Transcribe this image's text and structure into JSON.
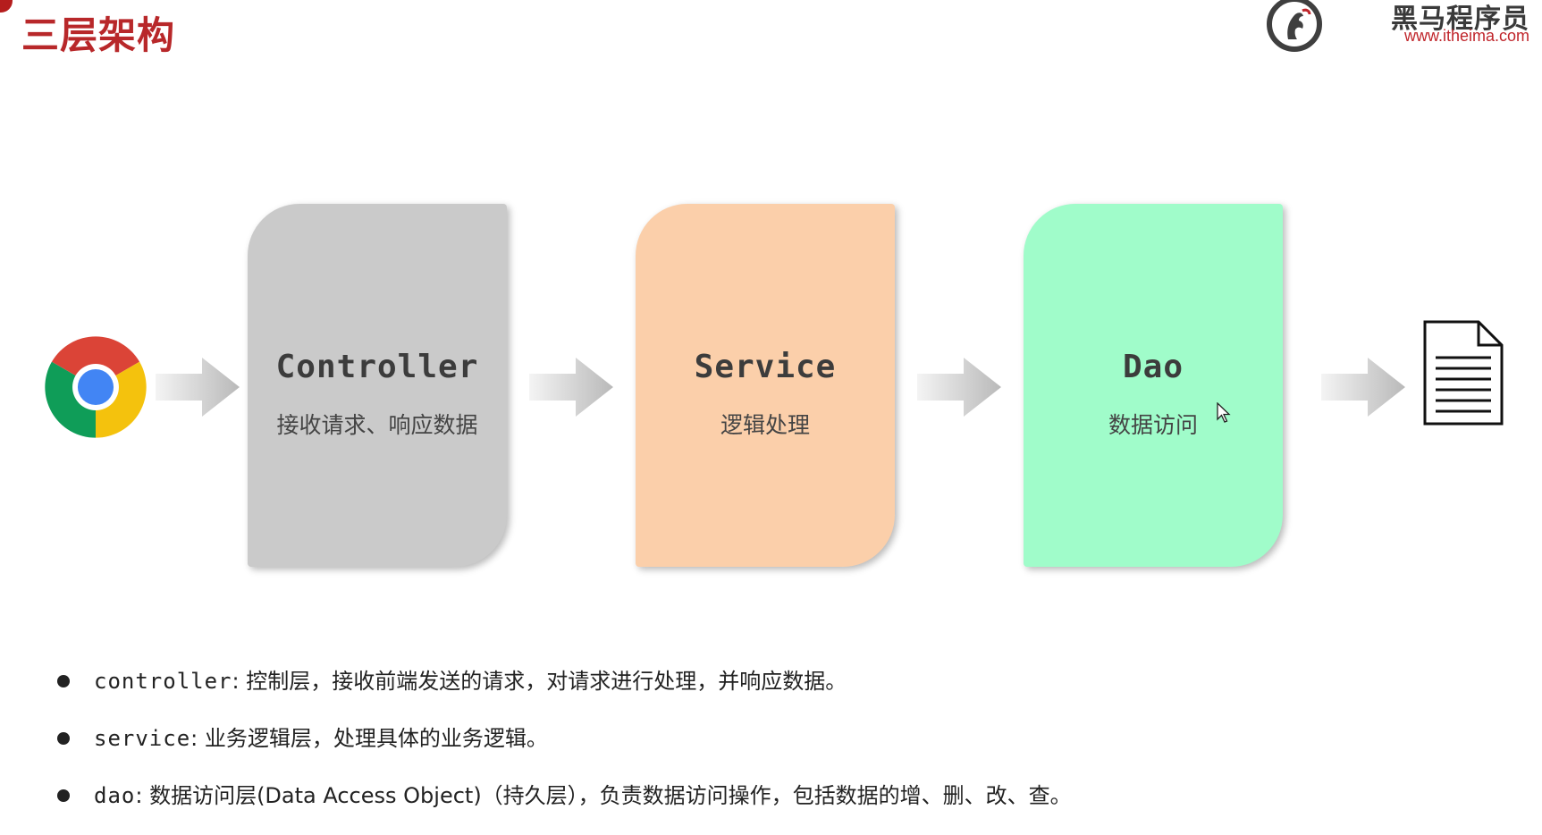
{
  "header": {
    "title": "三层架构",
    "logo_name": "黑马程序员",
    "logo_url": "www.itheima.com"
  },
  "diagram": {
    "start_icon": "chrome-browser-icon",
    "end_icon": "document-icon",
    "arrow_icon": "right-arrow-icon",
    "layers": [
      {
        "name": "Controller",
        "desc": "接收请求、响应数据",
        "color": "#cacaca"
      },
      {
        "name": "Service",
        "desc": "逻辑处理",
        "color": "#fbcfaa"
      },
      {
        "name": "Dao",
        "desc": "数据访问",
        "color": "#a0fcca"
      }
    ]
  },
  "notes": [
    {
      "term": "controller",
      "text": ": 控制层，接收前端发送的请求，对请求进行处理，并响应数据。"
    },
    {
      "term": "service",
      "text": ": 业务逻辑层，处理具体的业务逻辑。"
    },
    {
      "term": "dao",
      "text": ": 数据访问层(Data Access Object)（持久层），负责数据访问操作，包括数据的增、删、改、查。"
    }
  ],
  "colors": {
    "title": "#b8282a",
    "url": "#c0262c"
  }
}
